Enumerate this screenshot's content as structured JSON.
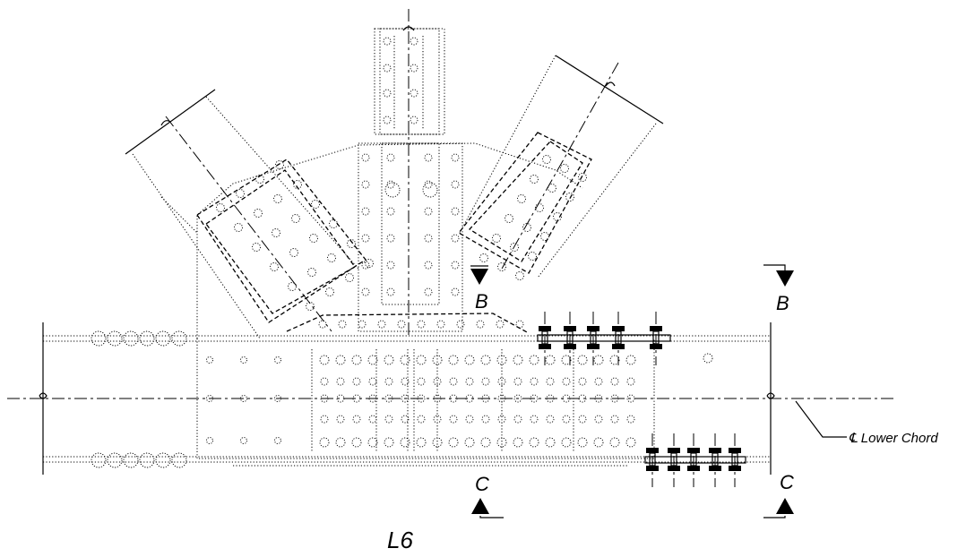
{
  "drawing": {
    "panel_point_label": "L6",
    "centerline_label": "℄ Lower Chord",
    "section_b": {
      "letter": "B"
    },
    "section_c": {
      "letter": "C"
    }
  }
}
